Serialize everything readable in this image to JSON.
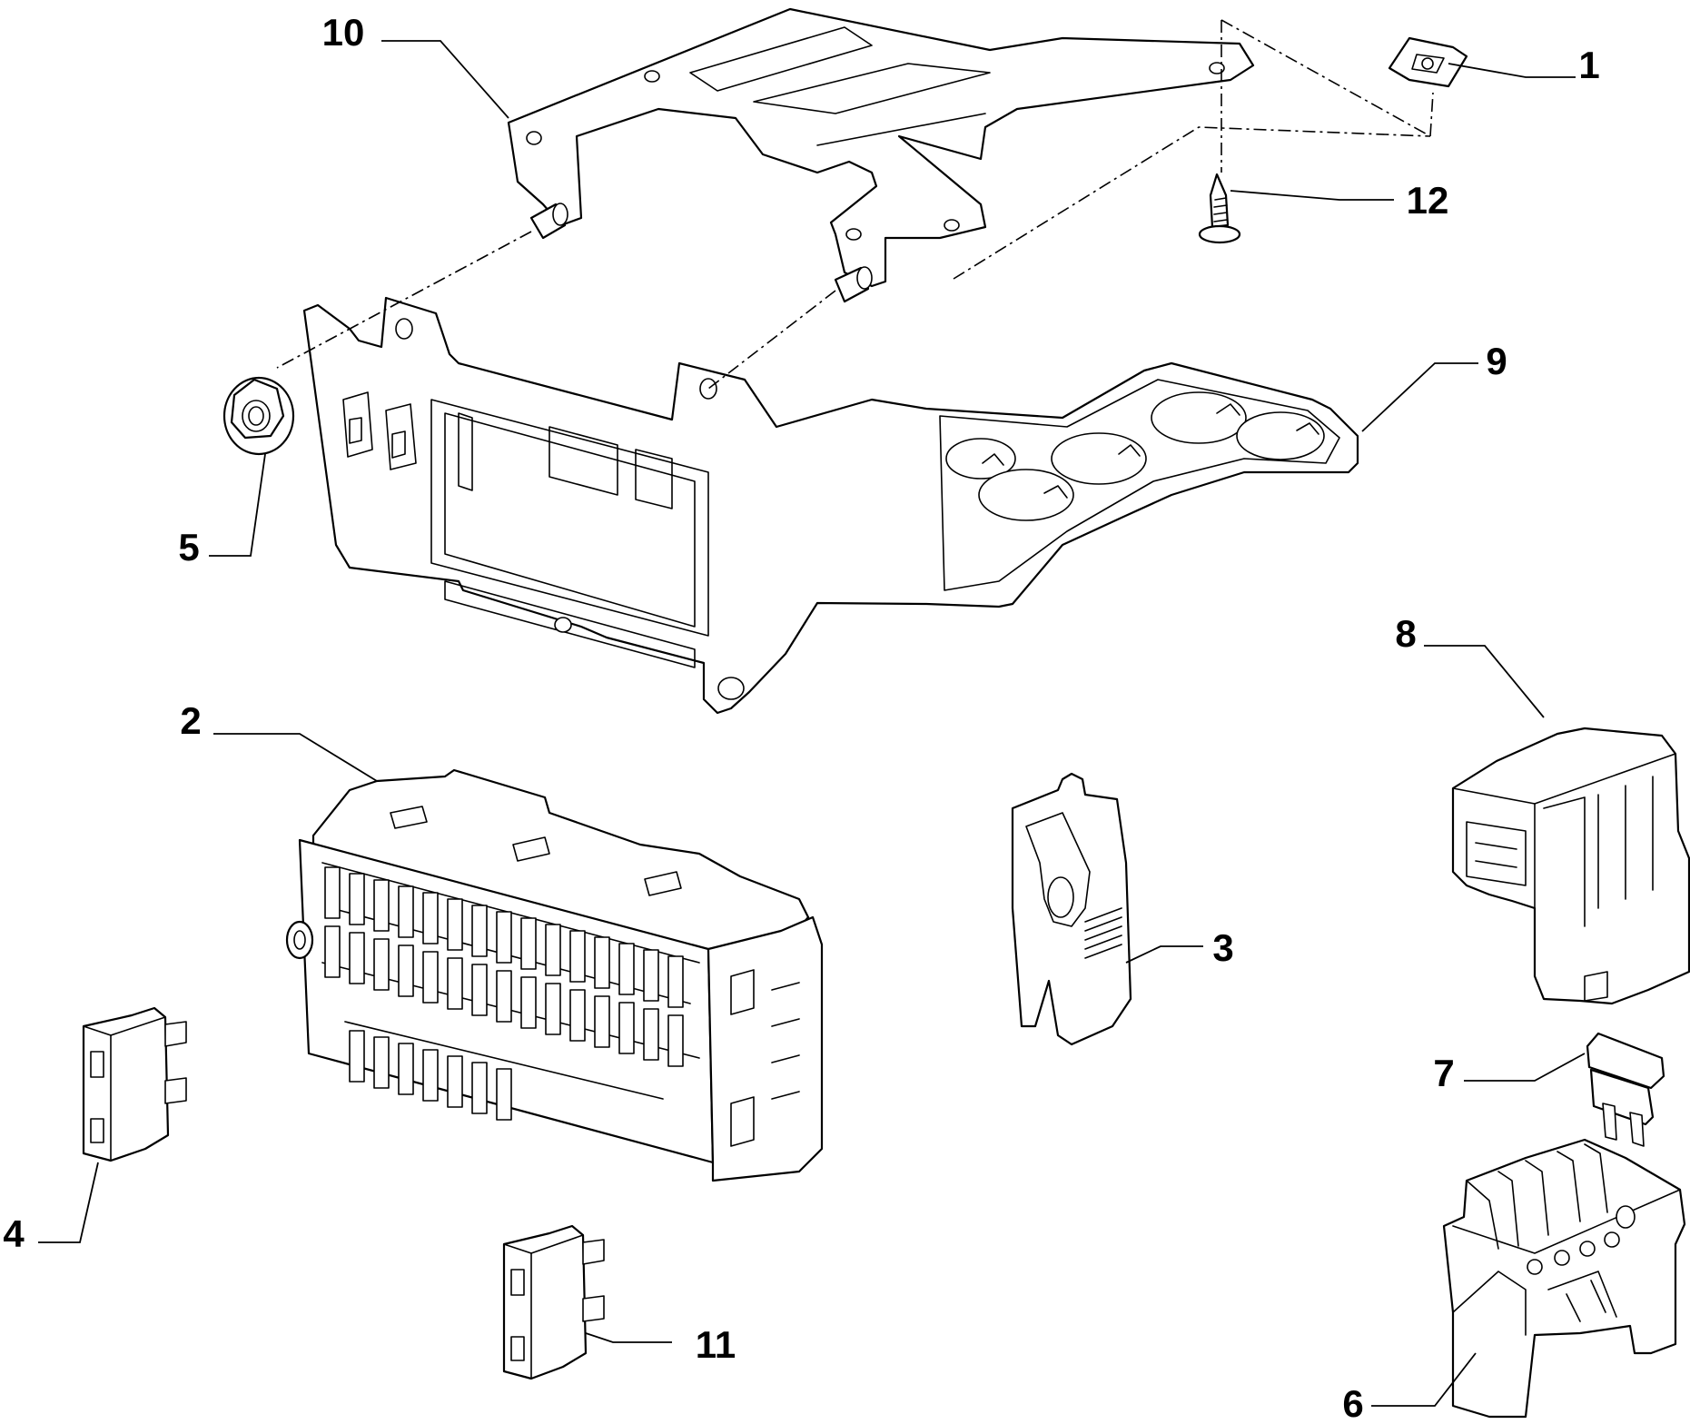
{
  "diagram": {
    "type": "exploded parts diagram",
    "colors": {
      "line": "#000000",
      "background": "#ffffff"
    },
    "callouts": [
      {
        "id": "1",
        "label": "1"
      },
      {
        "id": "2",
        "label": "2"
      },
      {
        "id": "3",
        "label": "3"
      },
      {
        "id": "4",
        "label": "4"
      },
      {
        "id": "5",
        "label": "5"
      },
      {
        "id": "6",
        "label": "6"
      },
      {
        "id": "7",
        "label": "7"
      },
      {
        "id": "8",
        "label": "8"
      },
      {
        "id": "9",
        "label": "9"
      },
      {
        "id": "10",
        "label": "10"
      },
      {
        "id": "11",
        "label": "11"
      },
      {
        "id": "12",
        "label": "12"
      }
    ]
  }
}
